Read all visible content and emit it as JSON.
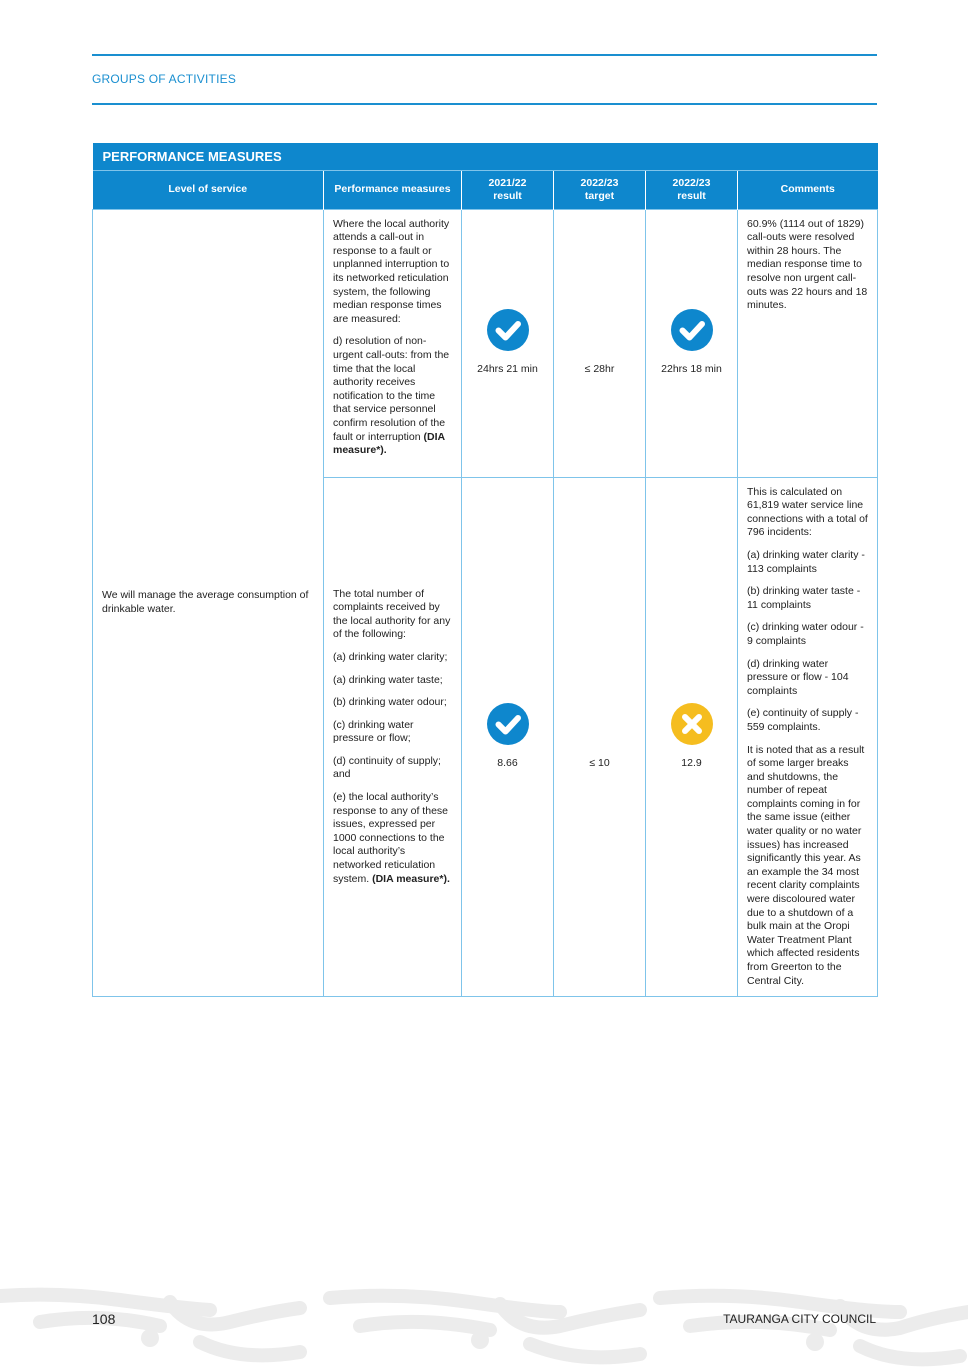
{
  "header": {
    "section_label": "GROUPS OF ACTIVITIES"
  },
  "table": {
    "title": "PERFORMANCE MEASURES",
    "columns": {
      "level": "Level of service",
      "measures": "Performance measures",
      "r2122_line1": "2021/22",
      "r2122_line2": "result",
      "t2223_line1": "2022/23",
      "t2223_line2": "target",
      "r2223_line1": "2022/23",
      "r2223_line2": "result",
      "comments": "Comments"
    },
    "level_of_service": "We will manage the average consumption of drinkable water.",
    "rows": [
      {
        "measure_p1": "Where the local authority attends a call-out in response to a fault or unplanned interruption to its networked reticulation system, the following median response times are measured:",
        "measure_p2": "d) resolution of non-urgent call-outs: from the time that the local authority receives notification to the time that service personnel confirm resolution of the fault or interruption",
        "measure_p2_bold": "(DIA measure*).",
        "result_2122": "24hrs 21 min",
        "result_2122_status": "achieved",
        "target_2223": "≤ 28hr",
        "result_2223": "22hrs 18 min",
        "result_2223_status": "achieved",
        "comments": [
          "60.9% (1114 out of 1829) call-outs were resolved within 28 hours. The median response time to resolve non urgent call-outs was 22 hours and 18 minutes."
        ]
      },
      {
        "measure_items": [
          "The total number of complaints received by the local authority for any of the following:",
          "(a) drinking water clarity;",
          "(a) drinking water taste;",
          "(b) drinking water odour;",
          "(c) drinking water pressure or flow;",
          "(d) continuity of supply; and"
        ],
        "measure_last": "(e) the local authority’s response to any of these issues, expressed per 1000 connections to the local authority’s networked reticulation system.",
        "measure_last_bold": "(DIA measure*).",
        "result_2122": "8.66",
        "result_2122_status": "achieved",
        "target_2223": "≤ 10",
        "result_2223": "12.9",
        "result_2223_status": "not-achieved",
        "comments": [
          "This is calculated on 61,819 water service line connections with a total of 796 incidents:",
          "(a) drinking water clarity - 113 complaints",
          "(b) drinking water taste - 11 complaints",
          "(c) drinking water odour - 9 complaints",
          "(d) drinking water pressure or flow - 104 complaints",
          "(e) continuity of supply - 559 complaints.",
          "It is noted that as a result of some larger breaks and shutdowns, the number of repeat complaints coming in for the same issue (either water quality or no water issues) has increased significantly this year. As an example the 34 most recent clarity complaints were discoloured water due to a shutdown of a bulk main at the Oropi Water Treatment Plant which affected residents from Greerton to the Central City."
        ]
      }
    ]
  },
  "colors": {
    "accent": "#0e87cd",
    "achieved": "#0e87cd",
    "not_achieved": "#f5bd1f",
    "pattern": "#ececec"
  },
  "footer": {
    "page_number": "108",
    "organisation": "TAURANGA CITY COUNCIL"
  }
}
